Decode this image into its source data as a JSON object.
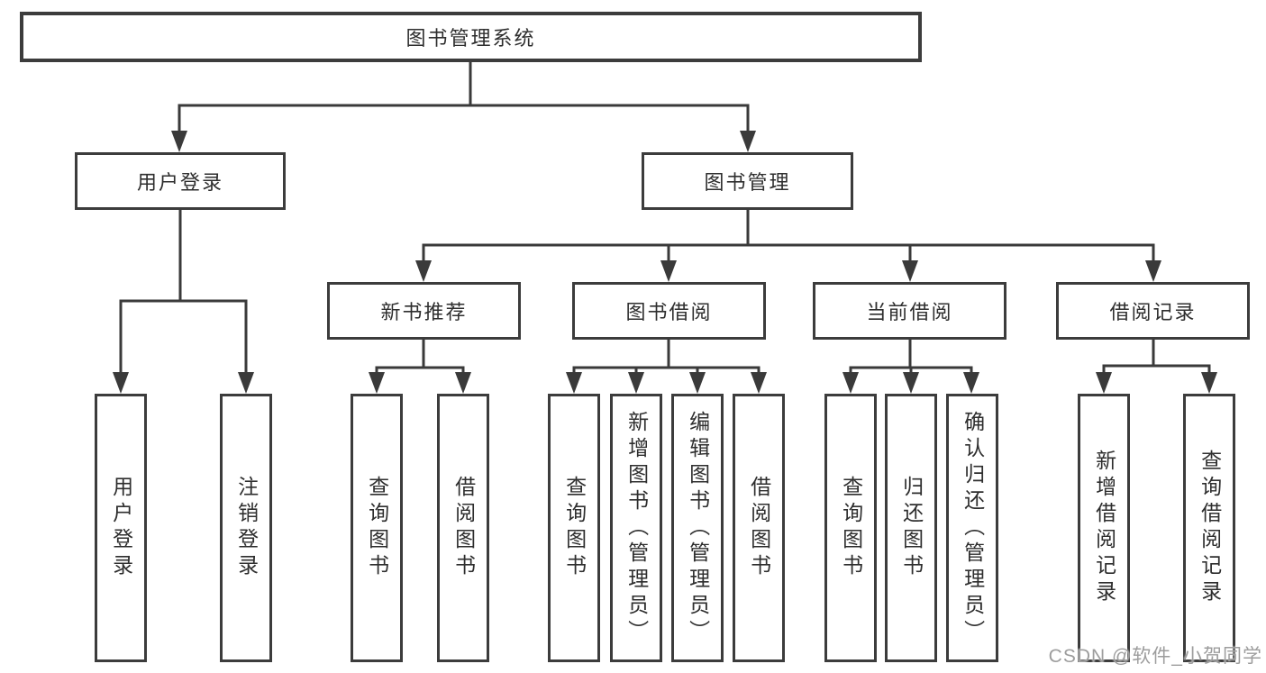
{
  "nodes": {
    "root": "图书管理系统",
    "user_login": "用户登录",
    "book_management": "图书管理",
    "new_book_recommend": "新书推荐",
    "book_borrow": "图书借阅",
    "current_borrow": "当前借阅",
    "borrow_records": "借阅记录",
    "leaf_user_login": "用户登录",
    "leaf_logout": "注销登录",
    "leaf_nbr_query_books": "查询图书",
    "leaf_nbr_borrow_books": "借阅图书",
    "leaf_bb_query_books": "查询图书",
    "leaf_bb_add_books": "新增图书（管理员）",
    "leaf_bb_edit_books": "编辑图书（管理员）",
    "leaf_bb_borrow_books": "借阅图书",
    "leaf_cb_query_books": "查询图书",
    "leaf_cb_return_books": "归还图书",
    "leaf_cb_confirm_return": "确认归还（管理员）",
    "leaf_br_add_record": "新增借阅记录",
    "leaf_br_query_record": "查询借阅记录"
  },
  "watermark": "CSDN @软件_小贺同学",
  "colors": {
    "line": "#3a3a3a",
    "border": "#3c3c3c",
    "text": "#2e2e2e",
    "watermark": "#9d9d9d",
    "background": "#ffffff"
  }
}
